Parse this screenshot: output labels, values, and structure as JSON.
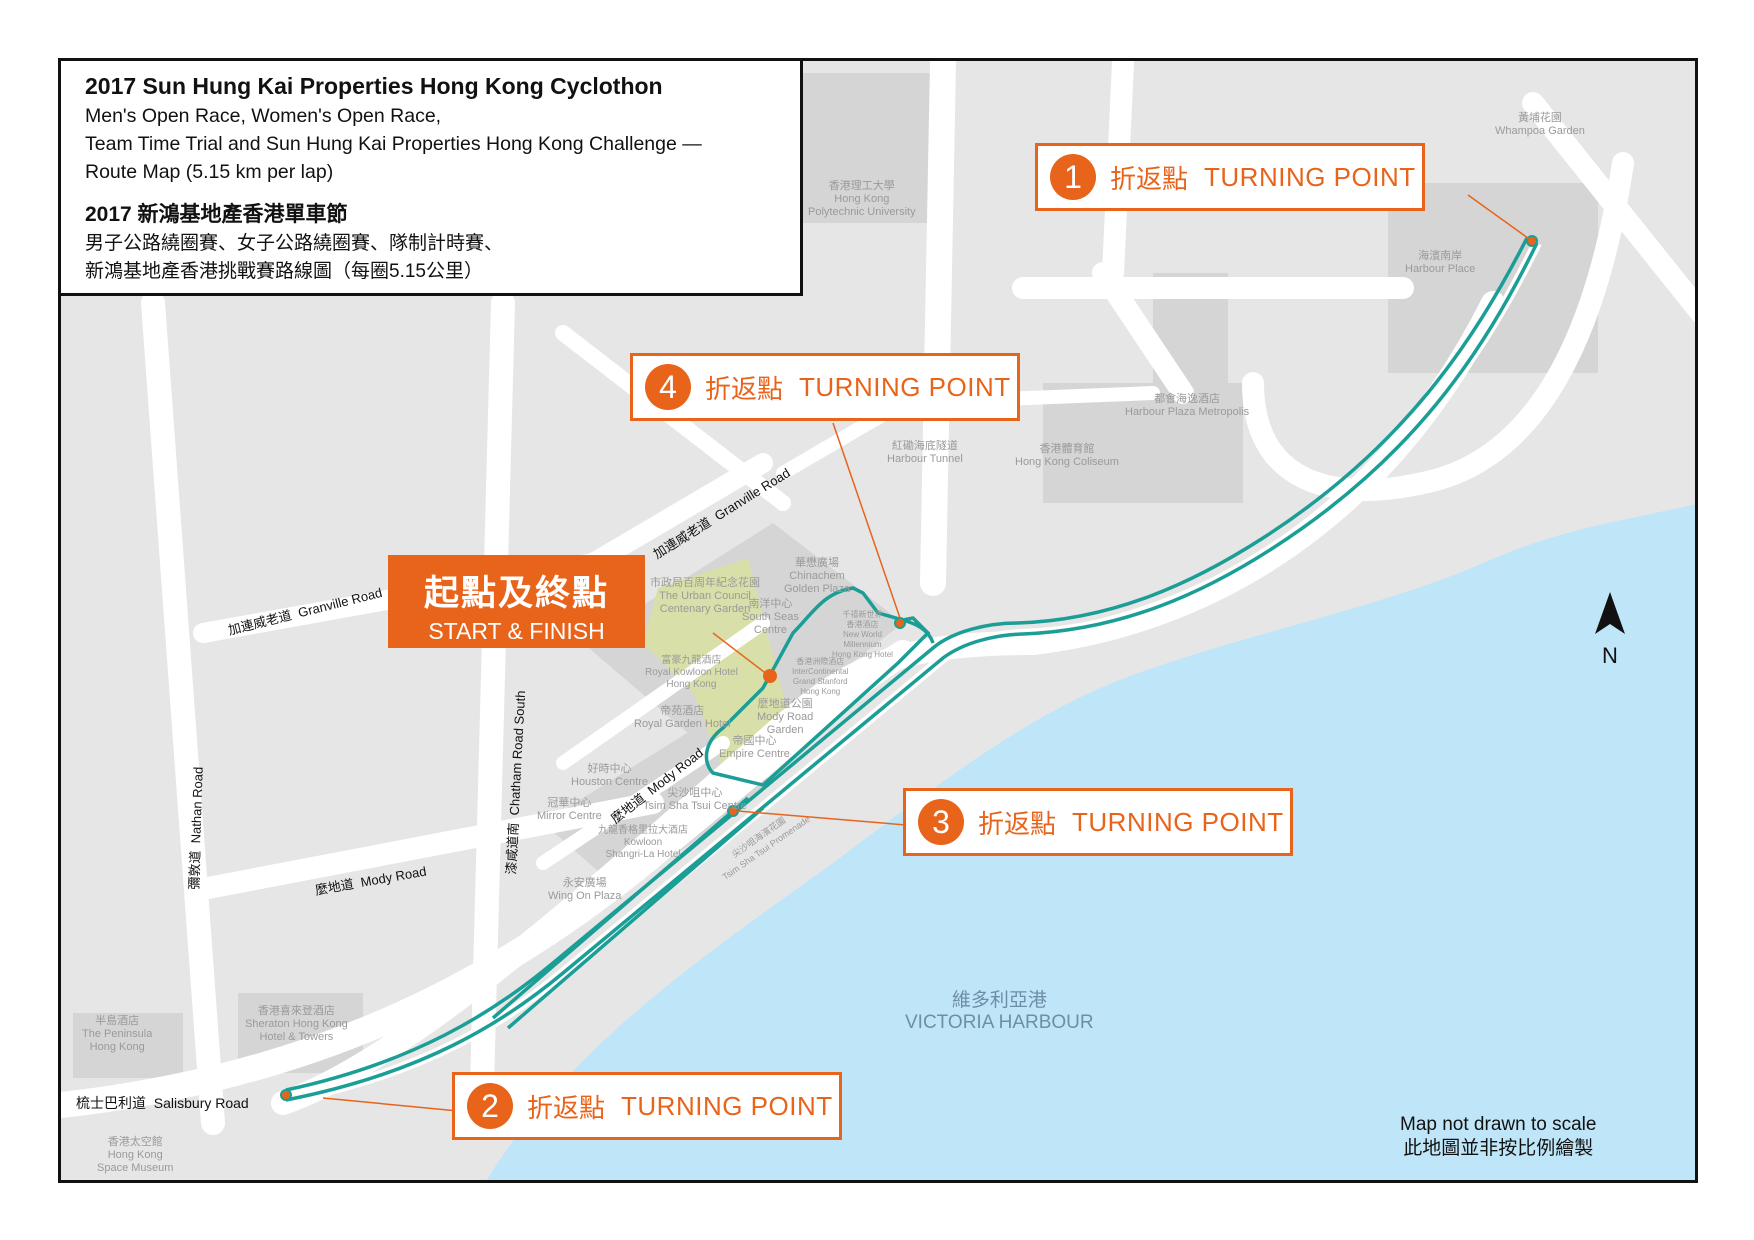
{
  "title": {
    "en_title": "2017 Sun Hung Kai Properties Hong Kong Cyclothon",
    "en_line1": "Men's Open Race, Women's Open Race,",
    "en_line2": "Team Time Trial and Sun Hung Kai Properties Hong Kong Challenge —",
    "en_line3": "Route Map (5.15 km per lap)",
    "zh_title": "2017 新鴻基地產香港單車節",
    "zh_line1": "男子公路繞圈賽、女子公路繞圈賽、隊制計時賽、",
    "zh_line2": "新鴻基地產香港挑戰賽路線圖（每圈5.15公里）"
  },
  "turning_points": [
    {
      "num": "1",
      "zh": "折返點",
      "en": "TURNING POINT"
    },
    {
      "num": "2",
      "zh": "折返點",
      "en": "TURNING POINT"
    },
    {
      "num": "3",
      "zh": "折返點",
      "en": "TURNING POINT"
    },
    {
      "num": "4",
      "zh": "折返點",
      "en": "TURNING POINT"
    }
  ],
  "start_finish": {
    "zh": "起點及終點",
    "en": "START & FINISH"
  },
  "north_label": "N",
  "harbour": {
    "zh": "維多利亞港",
    "en": "VICTORIA HARBOUR"
  },
  "scale_note": {
    "en": "Map not drawn to scale",
    "zh": "此地圖並非按比例繪製"
  },
  "landmarks": {
    "whampoa": {
      "zh": "黃埔花園",
      "en": "Whampoa Garden"
    },
    "harbour_place": {
      "zh": "海濱南岸",
      "en": "Harbour Place"
    },
    "polyu": {
      "zh": "香港理工大學",
      "en1": "Hong Kong",
      "en2": "Polytechnic University"
    },
    "harbour_plaza": {
      "zh": "都會海逸酒店",
      "en": "Harbour Plaza Metropolis"
    },
    "harbour_tunnel": {
      "zh": "紅磡海底隧道",
      "en": "Harbour Tunnel"
    },
    "coliseum": {
      "zh": "香港體育館",
      "en": "Hong Kong Coliseum"
    },
    "urban_council": {
      "zh": "市政局百周年紀念花園",
      "en1": "The Urban Council",
      "en2": "Centenary Garden"
    },
    "chinachem": {
      "zh": "華懋廣場",
      "en1": "Chinachem",
      "en2": "Golden Plaza"
    },
    "south_seas": {
      "zh": "南洋中心",
      "en1": "South Seas",
      "en2": "Centre"
    },
    "new_world": {
      "zh1": "千禧新世界",
      "zh2": "香港酒店",
      "en1": "New World",
      "en2": "Millennium",
      "en3": "Hong Kong Hotel"
    },
    "royal_kowloon": {
      "zh": "富豪九龍酒店",
      "en1": "Royal Kowloon Hotel",
      "en2": "Hong Kong"
    },
    "intercontinental": {
      "zh": "香港洲際酒店",
      "en1": "InterContinental",
      "en2": "Grand Stanford",
      "en3": "Hong Kong"
    },
    "royal_garden": {
      "zh": "帝苑酒店",
      "en": "Royal Garden Hotel"
    },
    "mody_garden": {
      "zh": "麼地道公園",
      "en1": "Mody Road",
      "en2": "Garden"
    },
    "empire": {
      "zh": "帝國中心",
      "en": "Empire Centre"
    },
    "houston": {
      "zh": "好時中心",
      "en": "Houston Centre"
    },
    "mirror": {
      "zh": "冠華中心",
      "en": "Mirror Centre"
    },
    "tst_centre": {
      "zh": "尖沙咀中心",
      "en": "Tsim Sha Tsui Centre"
    },
    "shangri_la": {
      "zh": "九龍香格里拉大酒店",
      "en1": "Kowloon",
      "en2": "Shangri-La Hotel"
    },
    "wing_on": {
      "zh": "永安廣場",
      "en": "Wing On Plaza"
    },
    "peninsula": {
      "zh": "半島酒店",
      "en1": "The Peninsula",
      "en2": "Hong Kong"
    },
    "sheraton": {
      "zh": "香港喜來登酒店",
      "en1": "Sheraton Hong Kong",
      "en2": "Hotel & Towers"
    },
    "space_museum": {
      "zh": "香港太空館",
      "en1": "Hong Kong",
      "en2": "Space Museum"
    },
    "promenade": {
      "zh": "尖沙咀海濱花園",
      "en": "Tsim Sha Tsui Promenade"
    }
  },
  "roads": {
    "granville_upper": {
      "zh": "加連威老道",
      "en": "Granville Road"
    },
    "granville_lower": {
      "zh": "加連威老道",
      "en": "Granville Road"
    },
    "chatham": {
      "zh": "漆咸道南",
      "en": "Chatham Road South"
    },
    "nathan": {
      "zh": "彌敦道",
      "en": "Nathan Road"
    },
    "mody_lower": {
      "zh": "麼地道",
      "en": "Mody Road"
    },
    "mody_upper": {
      "zh": "麼地道",
      "en": "Mody Road"
    },
    "salisbury": {
      "zh": "梳士巴利道",
      "en": "Salisbury Road"
    }
  },
  "colors": {
    "route": "#1a9e96",
    "accent": "#e8641b",
    "water": "#bfe6f8",
    "land": "#e6e6e6",
    "road": "#ffffff",
    "garden": "#d9dfa8"
  }
}
